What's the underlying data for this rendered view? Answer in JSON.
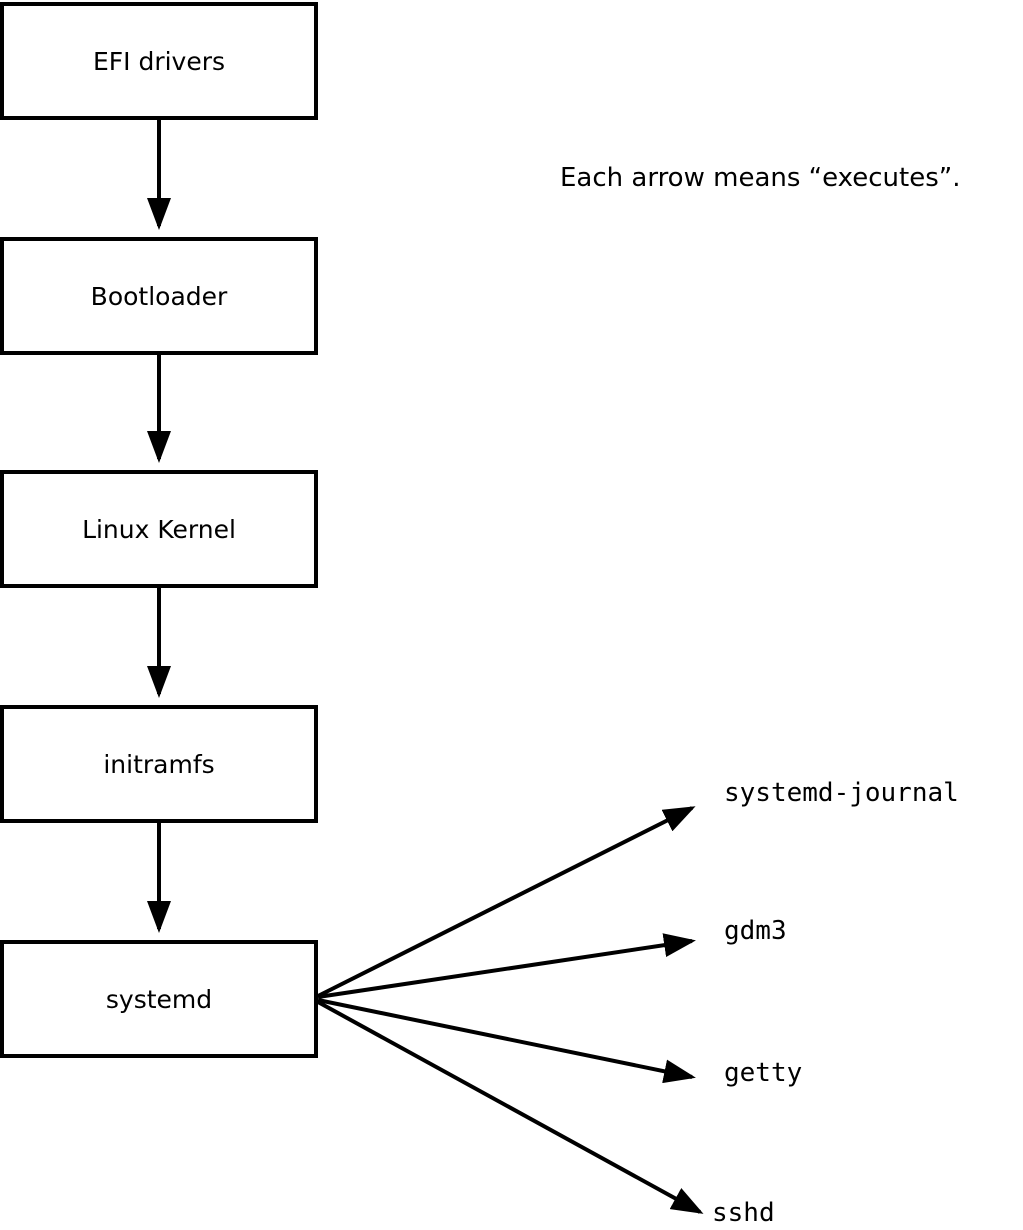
{
  "diagram": {
    "annotation": "Each arrow means “executes”.",
    "arrow_meaning": "executes",
    "chain": [
      {
        "label": "EFI drivers"
      },
      {
        "label": "Bootloader"
      },
      {
        "label": "Linux Kernel"
      },
      {
        "label": "initramfs"
      },
      {
        "label": "systemd"
      }
    ],
    "targets": [
      {
        "label": "systemd-journal"
      },
      {
        "label": "gdm3"
      },
      {
        "label": "getty"
      },
      {
        "label": "sshd"
      }
    ],
    "colors": {
      "stroke": "#000000",
      "fill": "#ffffff",
      "text": "#000000"
    }
  }
}
